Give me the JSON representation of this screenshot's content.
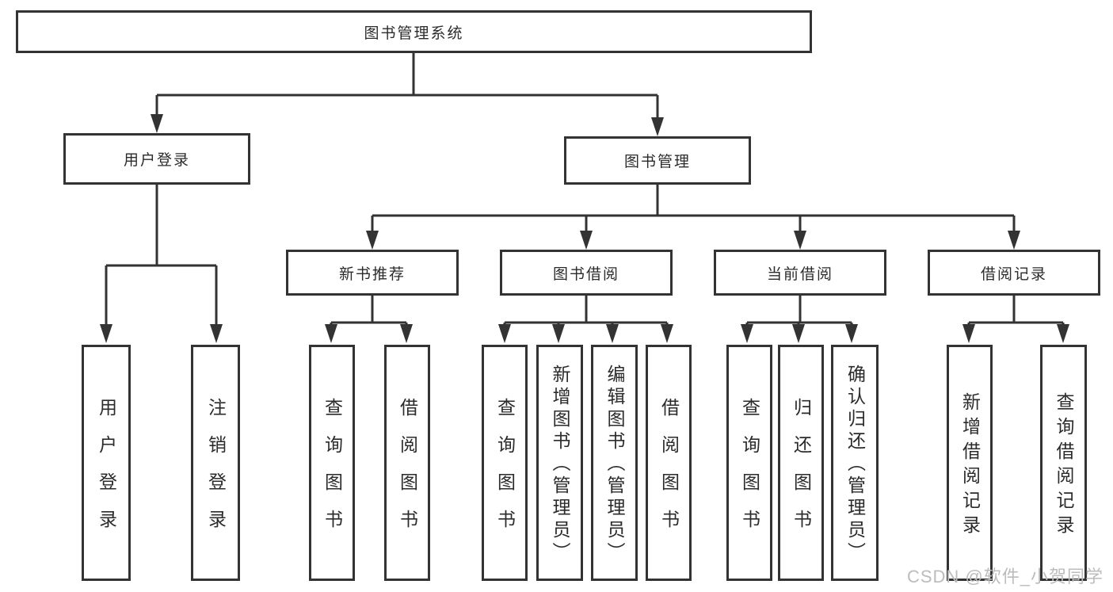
{
  "colors": {
    "line": "#333333",
    "box_border": "#333333",
    "text": "#2b2b2b",
    "watermark": "#bcbcbc",
    "background": "#ffffff"
  },
  "watermark": {
    "text": "CSDN @软件_小贺同学"
  },
  "tree": {
    "root": {
      "label": "图书管理系统"
    },
    "branches": [
      {
        "label": "用户登录",
        "children": [
          {
            "label": "用户登录"
          },
          {
            "label": "注销登录"
          }
        ]
      },
      {
        "label": "图书管理",
        "sections": [
          {
            "label": "新书推荐",
            "children": [
              {
                "label": "查询图书"
              },
              {
                "label": "借阅图书"
              }
            ]
          },
          {
            "label": "图书借阅",
            "children": [
              {
                "label": "查询图书"
              },
              {
                "label": "新增图书（管理员）"
              },
              {
                "label": "编辑图书（管理员）"
              },
              {
                "label": "借阅图书"
              }
            ]
          },
          {
            "label": "当前借阅",
            "children": [
              {
                "label": "查询图书"
              },
              {
                "label": "归还图书"
              },
              {
                "label": "确认归还（管理员）"
              }
            ]
          },
          {
            "label": "借阅记录",
            "children": [
              {
                "label": "新增借阅记录"
              },
              {
                "label": "查询借阅记录"
              }
            ]
          }
        ]
      }
    ]
  }
}
